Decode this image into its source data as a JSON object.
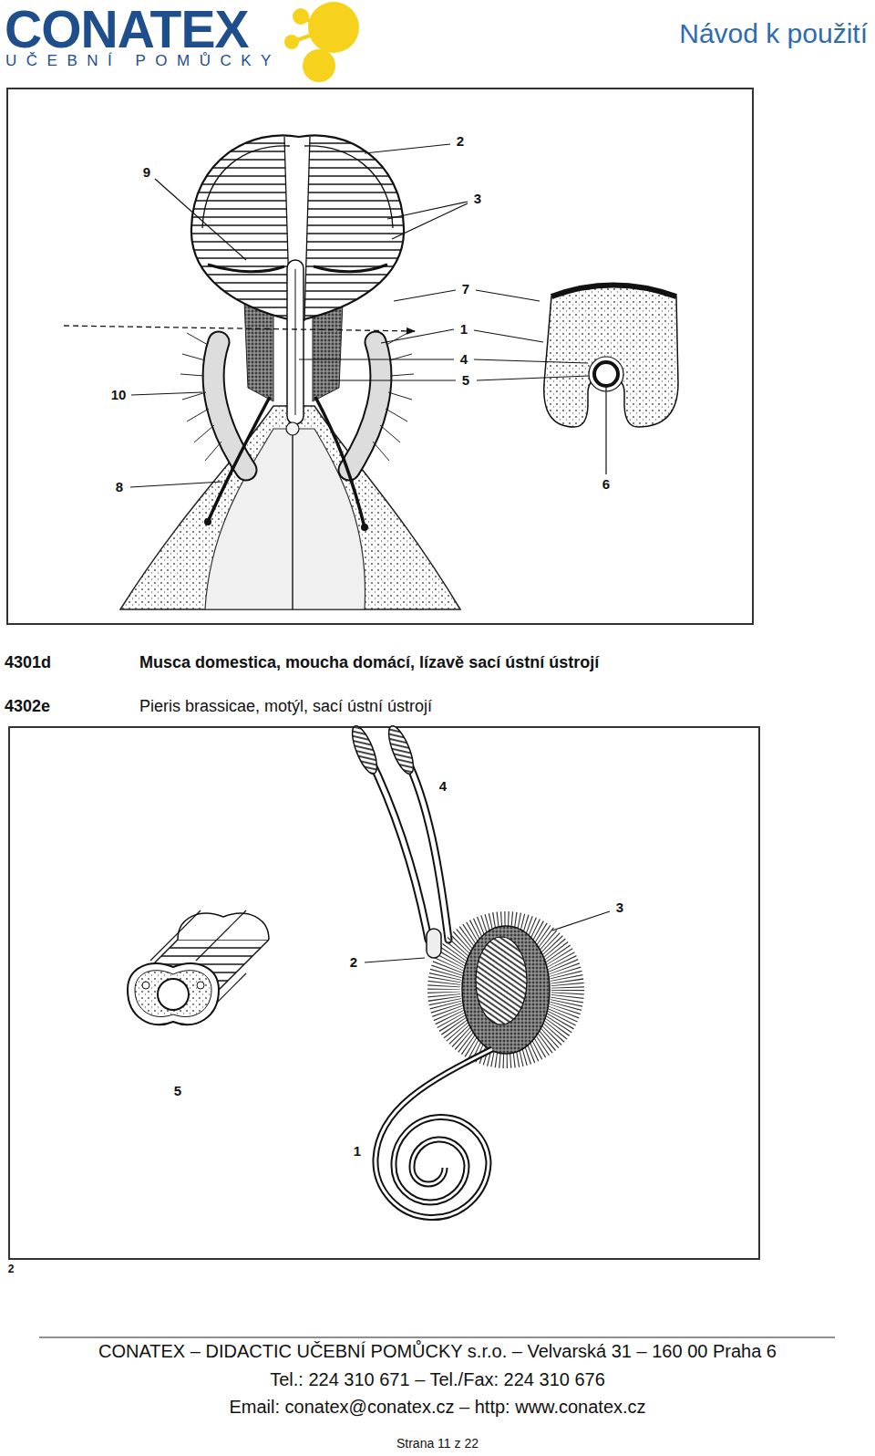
{
  "diagram": {
    "title": "Návod k použití",
    "labels": [
      "CONATEX",
      "UČEBNÍ POMŮCKY",
      "2",
      "9",
      "3",
      "7",
      "1",
      "4",
      "5",
      "10",
      "6",
      "8",
      "4301d",
      "Musca domestica, moucha domácí, lízavě sací ústní ústrojí",
      "4302e",
      "Pieris brassicae, motýl, sací ústní ústrojí",
      "4",
      "3",
      "2",
      "5",
      "1",
      "2",
      "CONATEX – DIDACTIC UČEBNÍ POMŮCKY s.r.o. – Velvarská 31 – 160 00 Praha 6",
      "Tel.: 224 310 671 – Tel./Fax: 224 310 676",
      "Email: conatex@conatex.cz – http: www.conatex.cz",
      "Strana 11 z 22"
    ]
  }
}
